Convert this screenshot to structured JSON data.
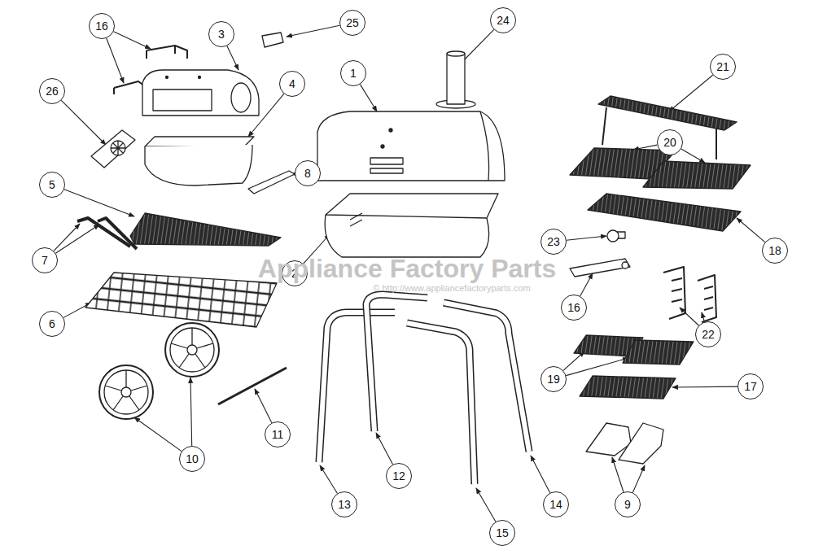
{
  "diagram": {
    "nodes": [
      {
        "text": [
          "24"
        ]
      },
      {
        "text": [
          "25"
        ]
      },
      {
        "text": [
          "16"
        ]
      },
      {
        "text": [
          "3"
        ]
      },
      {
        "text": [
          "21"
        ]
      },
      {
        "text": [
          "1"
        ]
      },
      {
        "text": [
          "4"
        ]
      },
      {
        "text": [
          "26"
        ]
      },
      {
        "text": [
          "20"
        ]
      },
      {
        "text": [
          "8"
        ]
      },
      {
        "text": [
          "5"
        ]
      },
      {
        "text": [
          "23"
        ]
      },
      {
        "text": [
          "18"
        ]
      },
      {
        "text": [
          "7"
        ]
      },
      {
        "text": [
          "2"
        ]
      },
      {
        "text": [
          "16"
        ]
      },
      {
        "text": [
          "6"
        ]
      },
      {
        "text": [
          "22"
        ]
      },
      {
        "text": [
          "19"
        ]
      },
      {
        "text": [
          "17"
        ]
      },
      {
        "text": [
          "11"
        ]
      },
      {
        "text": [
          "10"
        ]
      },
      {
        "text": [
          "12"
        ]
      },
      {
        "text": [
          "13"
        ]
      },
      {
        "text": [
          "14"
        ]
      },
      {
        "text": [
          "9"
        ]
      },
      {
        "text": [
          "15"
        ]
      }
    ],
    "edges": [],
    "labels": [
      "Appliance Factory Parts",
      "© http://www.appliancefactoryparts.com"
    ]
  }
}
